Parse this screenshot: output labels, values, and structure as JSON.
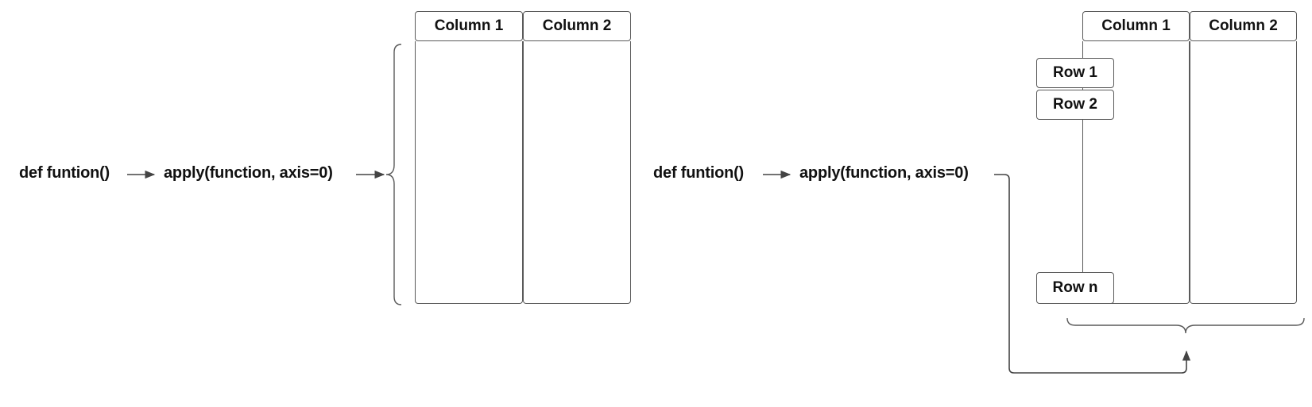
{
  "left": {
    "function_label": "def funtion()",
    "apply_label": "apply(function, axis=0)",
    "columns": [
      "Column 1",
      "Column 2"
    ]
  },
  "right": {
    "function_label": "def funtion()",
    "apply_label": "apply(function, axis=0)",
    "columns": [
      "Column 1",
      "Column 2"
    ],
    "rows": [
      "Row 1",
      "Row 2",
      "Row n"
    ]
  },
  "colors": {
    "stroke": "#5a5a5a",
    "text": "#111111",
    "background": "#ffffff"
  }
}
